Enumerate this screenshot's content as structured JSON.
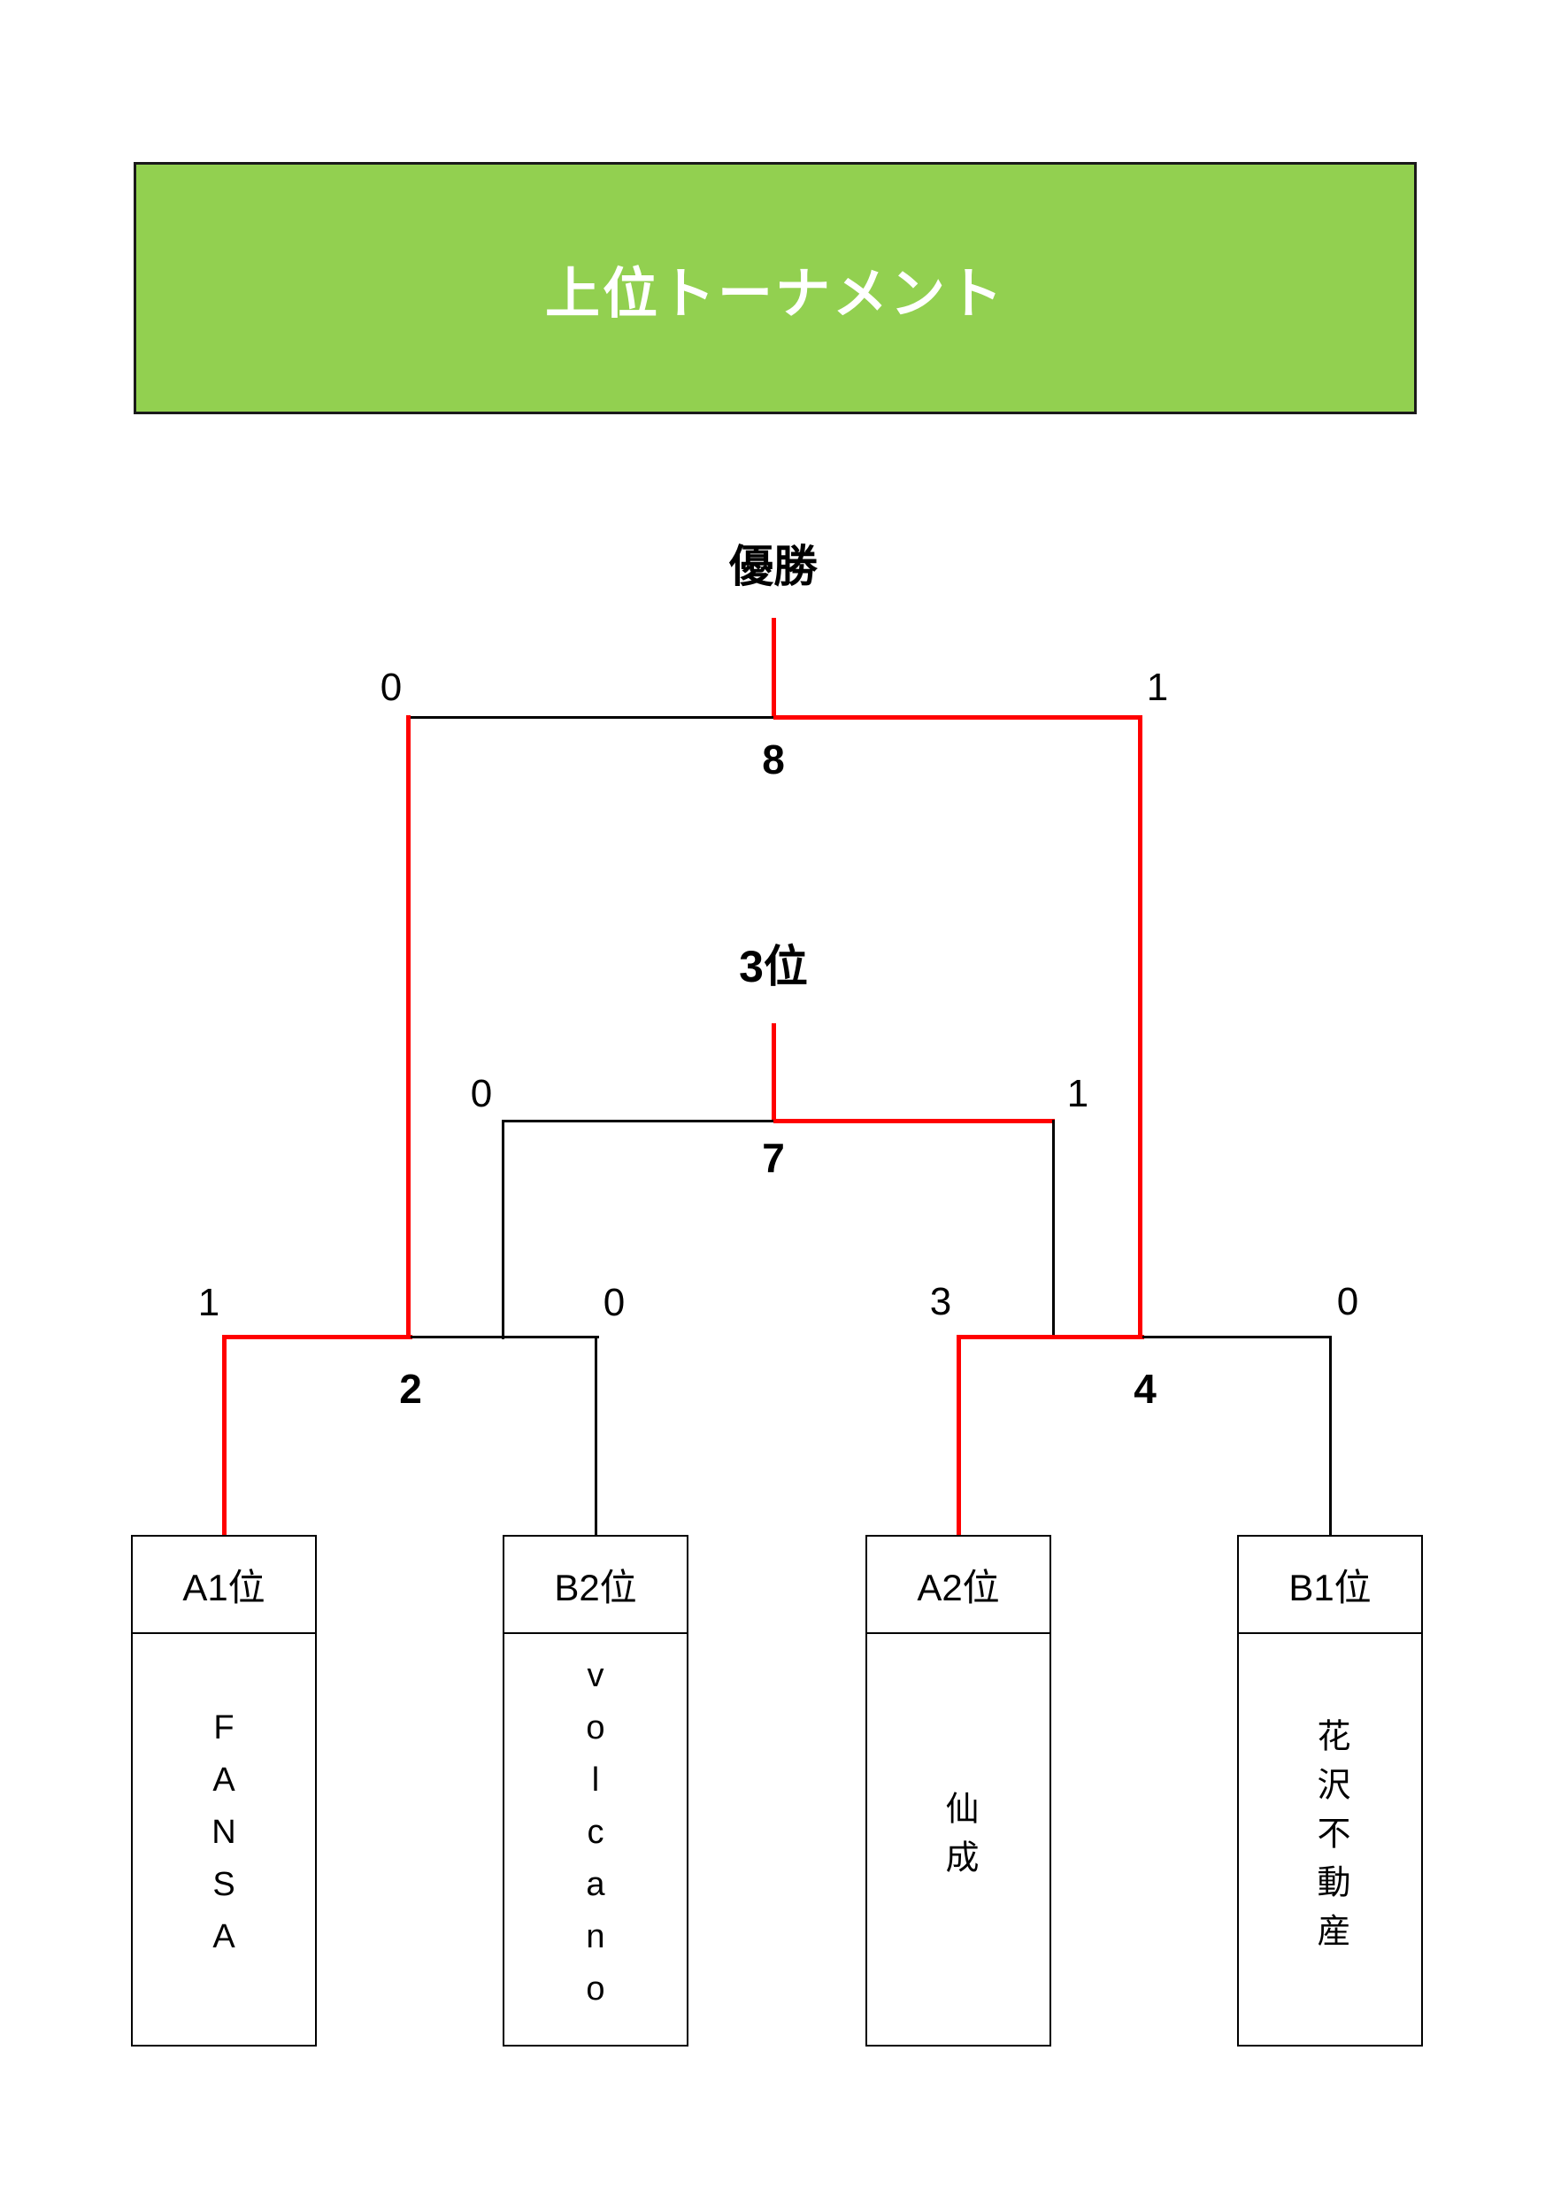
{
  "banner": {
    "title": "上位トーナメント",
    "bg_color": "#92D050",
    "text_color": "#ffffff"
  },
  "labels": {
    "champion": "優勝",
    "third_place": "3位"
  },
  "colors": {
    "winner_path": "#FF0000",
    "line": "#000000"
  },
  "matches": {
    "final": {
      "number": "8",
      "left_score": "0",
      "right_score": "1",
      "winner_side": "right"
    },
    "third_place": {
      "number": "7",
      "left_score": "0",
      "right_score": "1",
      "winner_side": "right"
    },
    "semifinal_left": {
      "number": "2",
      "left_score": "1",
      "right_score": "0",
      "winner_side": "left"
    },
    "semifinal_right": {
      "number": "4",
      "left_score": "3",
      "right_score": "0",
      "winner_side": "left"
    }
  },
  "teams": [
    {
      "seed": "A1位",
      "name": "FANSA"
    },
    {
      "seed": "B2位",
      "name": "volcano"
    },
    {
      "seed": "A2位",
      "name": "仙成"
    },
    {
      "seed": "B1位",
      "name": "花沢不動産"
    }
  ]
}
